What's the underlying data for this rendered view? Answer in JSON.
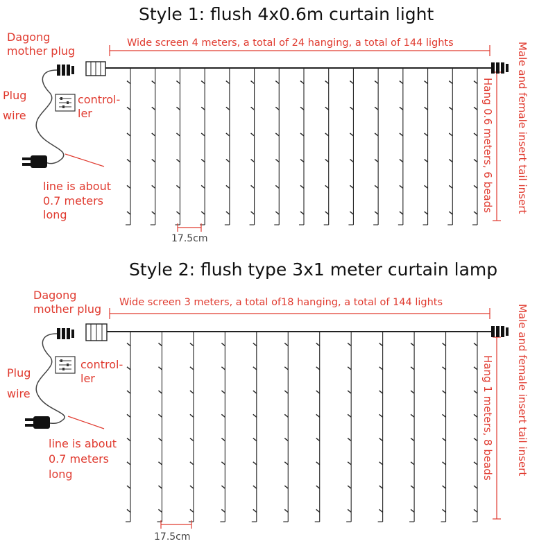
{
  "style1": {
    "title": "Style 1: flush 4x0.6m curtain light",
    "width_label": "Wide screen 4 meters, a total of 24 hanging, a total of 144 lights",
    "plug_label": [
      "Dagong",
      "mother plug"
    ],
    "plug_wire_label": [
      "Plug",
      "wire"
    ],
    "controller_label": [
      "control-",
      "ler"
    ],
    "line_label": [
      "line is about",
      "0.7 meters",
      "long"
    ],
    "hang_label": "Hang 0.6 meters, 6 beads",
    "tail_label": "Male and female insert tail insert",
    "spacing_label": "17.5cm",
    "strands": 15,
    "beads_per_strand": 6
  },
  "style2": {
    "title": "Style 2: flush type 3x1 meter curtain lamp",
    "width_label": "Wide screen 3 meters, a total of18 hanging, a total of 144 lights",
    "plug_label": [
      "Dagong",
      "mother plug"
    ],
    "plug_wire_label": [
      "Plug",
      "wire"
    ],
    "controller_label": [
      "control-",
      "ler"
    ],
    "line_label": [
      "line is about",
      "0.7 meters",
      "long"
    ],
    "hang_label": "Hang 1 meters, 8 beads",
    "tail_label": "Male and female insert tail insert",
    "spacing_label": "17.5cm",
    "strands": 12,
    "beads_per_strand": 8
  },
  "colors": {
    "red": "#e03a2f",
    "line": "#222222"
  }
}
